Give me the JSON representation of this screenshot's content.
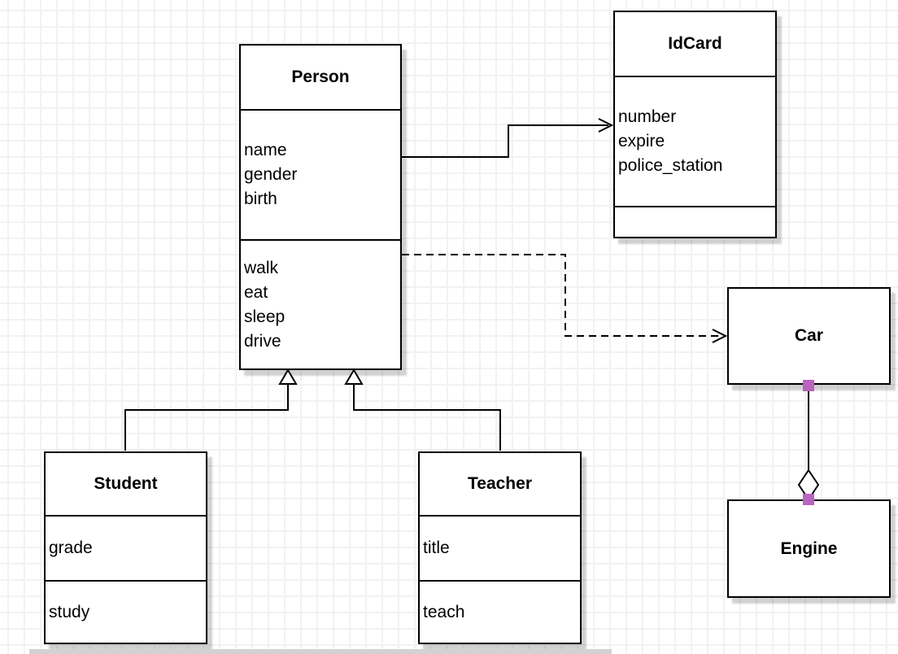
{
  "diagram": {
    "kind": "uml-class-diagram",
    "classes": [
      {
        "id": "person",
        "name": "Person",
        "attributes": [
          "name",
          "gender",
          "birth"
        ],
        "methods": [
          "walk",
          "eat",
          "sleep",
          "drive"
        ]
      },
      {
        "id": "idcard",
        "name": "IdCard",
        "attributes": [
          "number",
          "expire",
          "police_station"
        ],
        "methods": []
      },
      {
        "id": "car",
        "name": "Car",
        "attributes": [],
        "methods": []
      },
      {
        "id": "engine",
        "name": "Engine",
        "attributes": [],
        "methods": []
      },
      {
        "id": "student",
        "name": "Student",
        "attributes": [
          "grade"
        ],
        "methods": [
          "study"
        ]
      },
      {
        "id": "teacher",
        "name": "Teacher",
        "attributes": [
          "title"
        ],
        "methods": [
          "teach"
        ]
      }
    ],
    "relationships": [
      {
        "type": "association",
        "from": "Person",
        "to": "IdCard",
        "line": "solid",
        "arrowhead": "open-arrow"
      },
      {
        "type": "dependency",
        "from": "Person",
        "to": "Car",
        "line": "dashed",
        "arrowhead": "open-arrow"
      },
      {
        "type": "generalization",
        "from": "Student",
        "to": "Person",
        "line": "solid",
        "arrowhead": "hollow-triangle"
      },
      {
        "type": "generalization",
        "from": "Teacher",
        "to": "Person",
        "line": "solid",
        "arrowhead": "hollow-triangle"
      },
      {
        "type": "aggregation",
        "from": "Car",
        "to": "Engine",
        "line": "solid",
        "arrowhead": "hollow-diamond",
        "endpoint_handles": "purple-squares"
      }
    ],
    "colors": {
      "background": "#ffffff",
      "grid_line": "#f2f2f2",
      "box_border": "#000000",
      "box_fill": "#ffffff",
      "shadow": "rgba(0,0,0,0.18)",
      "handle_purple": "#b964be"
    }
  }
}
